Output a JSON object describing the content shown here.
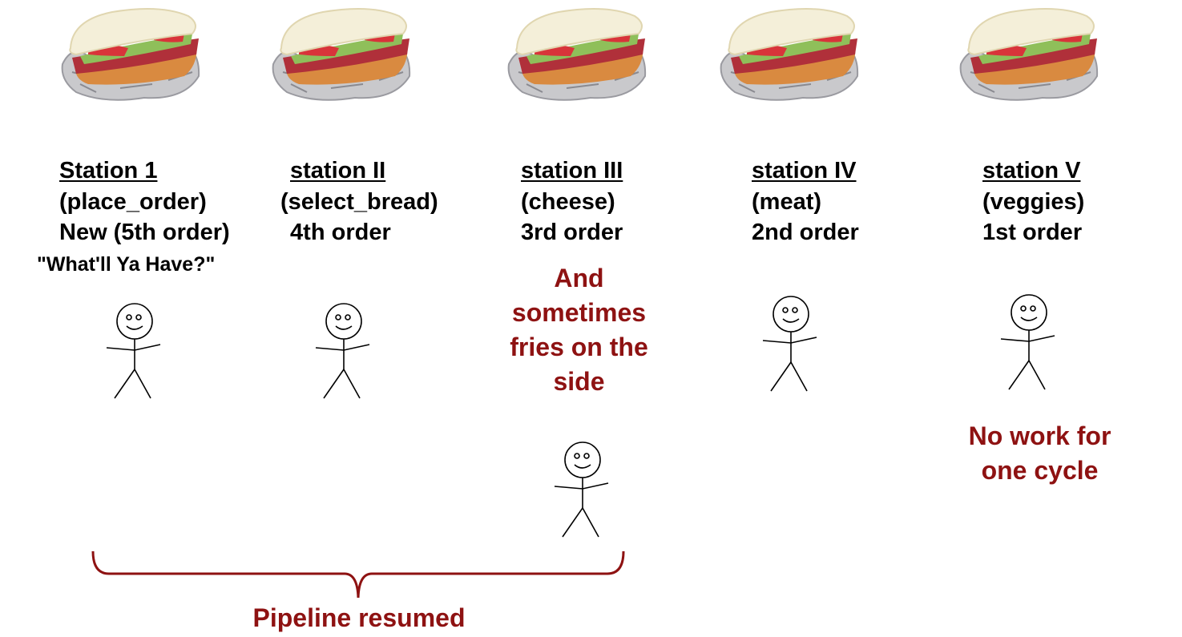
{
  "stations": [
    {
      "title": "Station 1",
      "task": "(place_order)",
      "order": "New (5th order)"
    },
    {
      "title": "station II",
      "task": "(select_bread)",
      "order": " 4th order"
    },
    {
      "title": "station III",
      "task": "(cheese)",
      "order": "3rd order"
    },
    {
      "title": "station IV",
      "task": "(meat)",
      "order": "2nd order"
    },
    {
      "title": "station V",
      "task": "(veggies)",
      "order": "1st order"
    }
  ],
  "greeting": "\"What'll Ya Have?\"",
  "notes": {
    "fries": "And\nsometimes\nfries on the\nside",
    "idle": "No work for\none cycle",
    "pipeline": "Pipeline resumed"
  },
  "colors": {
    "accent": "#8e1212"
  }
}
